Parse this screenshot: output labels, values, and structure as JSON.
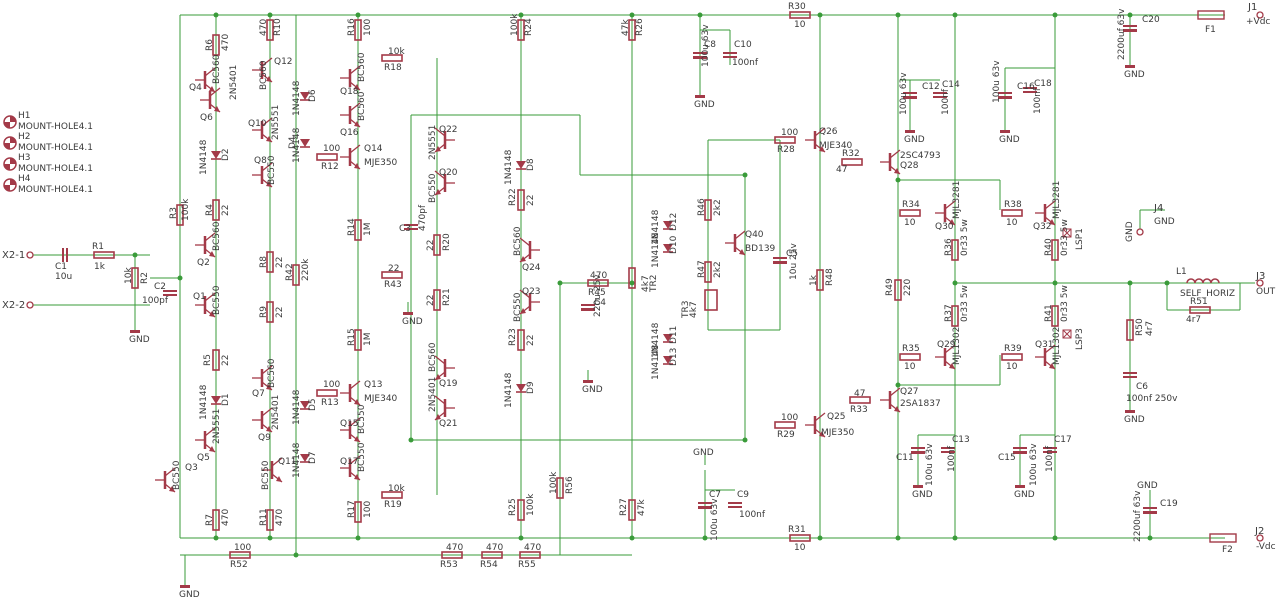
{
  "colors": {
    "wire": "#3a9b3a",
    "part": "#a33a48",
    "text": "#3a3a3a",
    "pin": "#a33a48"
  },
  "connectors": {
    "j1": "J1",
    "j1_net": "+Vdc",
    "j2": "J2",
    "j2_net": "-Vdc",
    "j3": "J3",
    "j3_net": "OUT",
    "j4": "J4",
    "x21": "X2-1",
    "x22": "X2-2"
  },
  "gnd": "GND",
  "holes": [
    {
      "ref": "H1",
      "label": "MOUNT-HOLE4.1"
    },
    {
      "ref": "H2",
      "label": "MOUNT-HOLE4.1"
    },
    {
      "ref": "H3",
      "label": "MOUNT-HOLE4.1"
    },
    {
      "ref": "H4",
      "label": "MOUNT-HOLE4.1"
    }
  ],
  "res": {
    "R1": [
      "R1",
      "1k"
    ],
    "R2": [
      "R2",
      "10k"
    ],
    "R3": [
      "R3",
      "100k"
    ],
    "R4": [
      "R4",
      "22"
    ],
    "R5": [
      "R5",
      "22"
    ],
    "R6": [
      "R6",
      "470"
    ],
    "R7": [
      "R7",
      "470"
    ],
    "R8": [
      "R8",
      "22"
    ],
    "R9": [
      "R9",
      "22"
    ],
    "R10": [
      "R10",
      "470"
    ],
    "R11": [
      "R11",
      "470"
    ],
    "R12": [
      "R12",
      "100"
    ],
    "R13": [
      "R13",
      "100"
    ],
    "R14": [
      "R14",
      "1M"
    ],
    "R15": [
      "R15",
      "1M"
    ],
    "R16": [
      "R16",
      "100"
    ],
    "R17": [
      "R17",
      "100"
    ],
    "R18": [
      "R18",
      "10k"
    ],
    "R19": [
      "R19",
      "10k"
    ],
    "R20": [
      "R20",
      "22"
    ],
    "R21": [
      "R21",
      "22"
    ],
    "R22": [
      "R22",
      "22"
    ],
    "R23": [
      "R23",
      "22"
    ],
    "R24": [
      "R24",
      "100k"
    ],
    "R25": [
      "R25",
      "100k"
    ],
    "R26": [
      "R26",
      "47k"
    ],
    "R27": [
      "R27",
      "47k"
    ],
    "R28": [
      "R28",
      "100"
    ],
    "R29": [
      "R29",
      "100"
    ],
    "R30": [
      "R30",
      "10"
    ],
    "R31": [
      "R31",
      "10"
    ],
    "R32": [
      "R32",
      "47"
    ],
    "R33": [
      "R33",
      "47"
    ],
    "R34": [
      "R34",
      "10"
    ],
    "R35": [
      "R35",
      "10"
    ],
    "R36": [
      "R36",
      "0r33 5w"
    ],
    "R37": [
      "R37",
      "0r33 5w"
    ],
    "R38": [
      "R38",
      "10"
    ],
    "R39": [
      "R39",
      "10"
    ],
    "R40": [
      "R40",
      "0r33 5w"
    ],
    "R41": [
      "R41",
      "0r33 5w"
    ],
    "R42": [
      "R42",
      "220k"
    ],
    "R43": [
      "R43",
      "22"
    ],
    "R45": [
      "R45",
      "470"
    ],
    "R46": [
      "R46",
      "2k2"
    ],
    "R47": [
      "R47",
      "2k2"
    ],
    "R48": [
      "R48",
      "1k"
    ],
    "R49": [
      "R49",
      "220"
    ],
    "R50": [
      "R50",
      "4r7"
    ],
    "R51": [
      "R51",
      "4r7"
    ],
    "R52": [
      "R52",
      "100"
    ],
    "R53": [
      "R53",
      "470"
    ],
    "R54": [
      "R54",
      "470"
    ],
    "R55": [
      "R55",
      "470"
    ],
    "R56": [
      "R56",
      "100k"
    ]
  },
  "caps": {
    "C1": [
      "C1",
      "10u"
    ],
    "C2": [
      "C2",
      "100pf"
    ],
    "C3": [
      "C3",
      "470pf"
    ],
    "C4": [
      "C4",
      "220u 25v"
    ],
    "C5": [
      "C5",
      "10u 25v"
    ],
    "C6": [
      "C6",
      "100nf 250v"
    ],
    "C7": [
      "C7",
      "100u 63v"
    ],
    "C8": [
      "C8",
      "100u 63v"
    ],
    "C9": [
      "C9",
      "100nf"
    ],
    "C10": [
      "C10",
      "100nf"
    ],
    "C11": [
      "C11",
      "100u 63v"
    ],
    "C12": [
      "C12",
      "100u 63v"
    ],
    "C13": [
      "C13",
      "100nf"
    ],
    "C14": [
      "C14",
      "100nf"
    ],
    "C15": [
      "C15",
      "100u 63v"
    ],
    "C16": [
      "C16",
      "100u 63v"
    ],
    "C17": [
      "C17",
      "100nf"
    ],
    "C18": [
      "C18",
      "100nf"
    ],
    "C19": [
      "C19",
      "2200uf 63v"
    ],
    "C20": [
      "C20",
      "2200uf 63v"
    ]
  },
  "q": {
    "Q1": [
      "Q1",
      "BC550"
    ],
    "Q2": [
      "Q2",
      "BC560"
    ],
    "Q3": [
      "Q3",
      "BC550"
    ],
    "Q4": [
      "Q4",
      "BC560"
    ],
    "Q5": [
      "Q5",
      "2N5551"
    ],
    "Q6": [
      "Q6",
      "2N5401"
    ],
    "Q7": [
      "Q7",
      "BC560"
    ],
    "Q8": [
      "Q8",
      "BC550"
    ],
    "Q9": [
      "Q9",
      "2N5401"
    ],
    "Q10": [
      "Q10",
      "2N5551"
    ],
    "Q11": [
      "Q11",
      "BC550"
    ],
    "Q12": [
      "Q12",
      "BC560"
    ],
    "Q13": [
      "Q13",
      "MJE340"
    ],
    "Q14": [
      "Q14",
      "MJE350"
    ],
    "Q15": [
      "Q15",
      "BC550"
    ],
    "Q16": [
      "Q16",
      "BC560"
    ],
    "Q17": [
      "Q17",
      "BC550"
    ],
    "Q18": [
      "Q18",
      "BC560"
    ],
    "Q19": [
      "Q19",
      "BC560"
    ],
    "Q20": [
      "Q20",
      "BC550"
    ],
    "Q21": [
      "Q21",
      "2N5401"
    ],
    "Q22": [
      "Q22",
      "2N5551"
    ],
    "Q23": [
      "Q23",
      "BC550"
    ],
    "Q24": [
      "Q24",
      "BC560"
    ],
    "Q25": [
      "Q25",
      "MJE350"
    ],
    "Q26": [
      "Q26",
      "MJE340"
    ],
    "Q27": [
      "Q27",
      "2SA1837"
    ],
    "Q28": [
      "Q28",
      "2SC4793"
    ],
    "Q29": [
      "Q29",
      "MJL1302"
    ],
    "Q30": [
      "Q30",
      "MJL3281"
    ],
    "Q31": [
      "Q31",
      "MJL1302"
    ],
    "Q32": [
      "Q32",
      "MJL3281"
    ],
    "Q40": [
      "Q40",
      "BD139"
    ]
  },
  "diodes": {
    "D1": [
      "D1",
      "1N4148"
    ],
    "D2": [
      "D2",
      "1N4148"
    ],
    "D4": [
      "D4",
      "1N4148"
    ],
    "D5": [
      "D5",
      "1N4148"
    ],
    "D6": [
      "D6",
      "1N4148"
    ],
    "D7": [
      "D7",
      "1N4148"
    ],
    "D8": [
      "D8",
      "1N4148"
    ],
    "D9": [
      "D9",
      "1N4148"
    ],
    "D10": [
      "D10",
      "1N4148"
    ],
    "D11": [
      "D11",
      "1N4148"
    ],
    "D12": [
      "D12",
      "1N4148"
    ],
    "D13": [
      "D13",
      "1N4148"
    ]
  },
  "misc": {
    "TR2": "TR2",
    "TR2_val": "4k7",
    "TR3": "TR3",
    "TR3_val": "4k7",
    "F1": "F1",
    "F2": "F2",
    "L1": "L1",
    "L1_val": "SELF_HORIZ",
    "LSP1": "LSP1",
    "LSP3": "LSP3"
  }
}
